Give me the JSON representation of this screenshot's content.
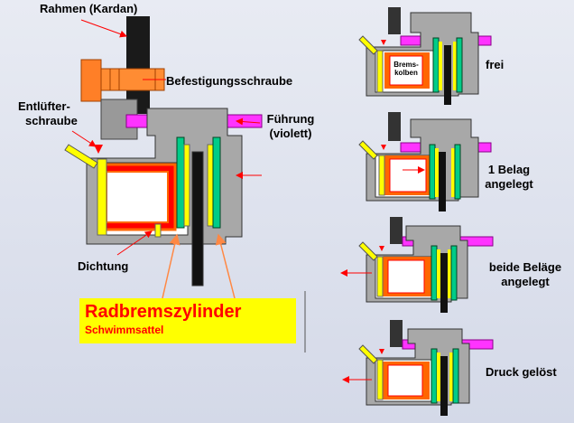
{
  "labels": {
    "rahmen": "Rahmen (Kardan)",
    "befestigung": "Befestigungsschraube",
    "entlufter_1": "Entlüfter-",
    "entlufter_2": "schraube",
    "fuhrung_1": "Führung",
    "fuhrung_2": "(violett)",
    "dichtung": "Dichtung",
    "bremskolben_1": "Brems-",
    "bremskolben_2": "kolben"
  },
  "title": {
    "main": "Radbremszylinder",
    "sub": "Schwimmsattel"
  },
  "states": [
    {
      "label": "frei"
    },
    {
      "label_1": "1 Belag",
      "label_2": "angelegt"
    },
    {
      "label_1": "beide Beläge",
      "label_2": "angelegt"
    },
    {
      "label": "Druck gelöst"
    }
  ],
  "colors": {
    "housing": "#a8a8a8",
    "piston_outer": "#ff6600",
    "piston_red": "#ff0000",
    "pad_yellow": "#ffff00",
    "pad_green": "#00cc88",
    "guide_violet": "#ff33ff",
    "disc": "#111111",
    "bolt": "#ff7f27",
    "arrow": "#ff0000",
    "title_bg": "#ffff00"
  }
}
